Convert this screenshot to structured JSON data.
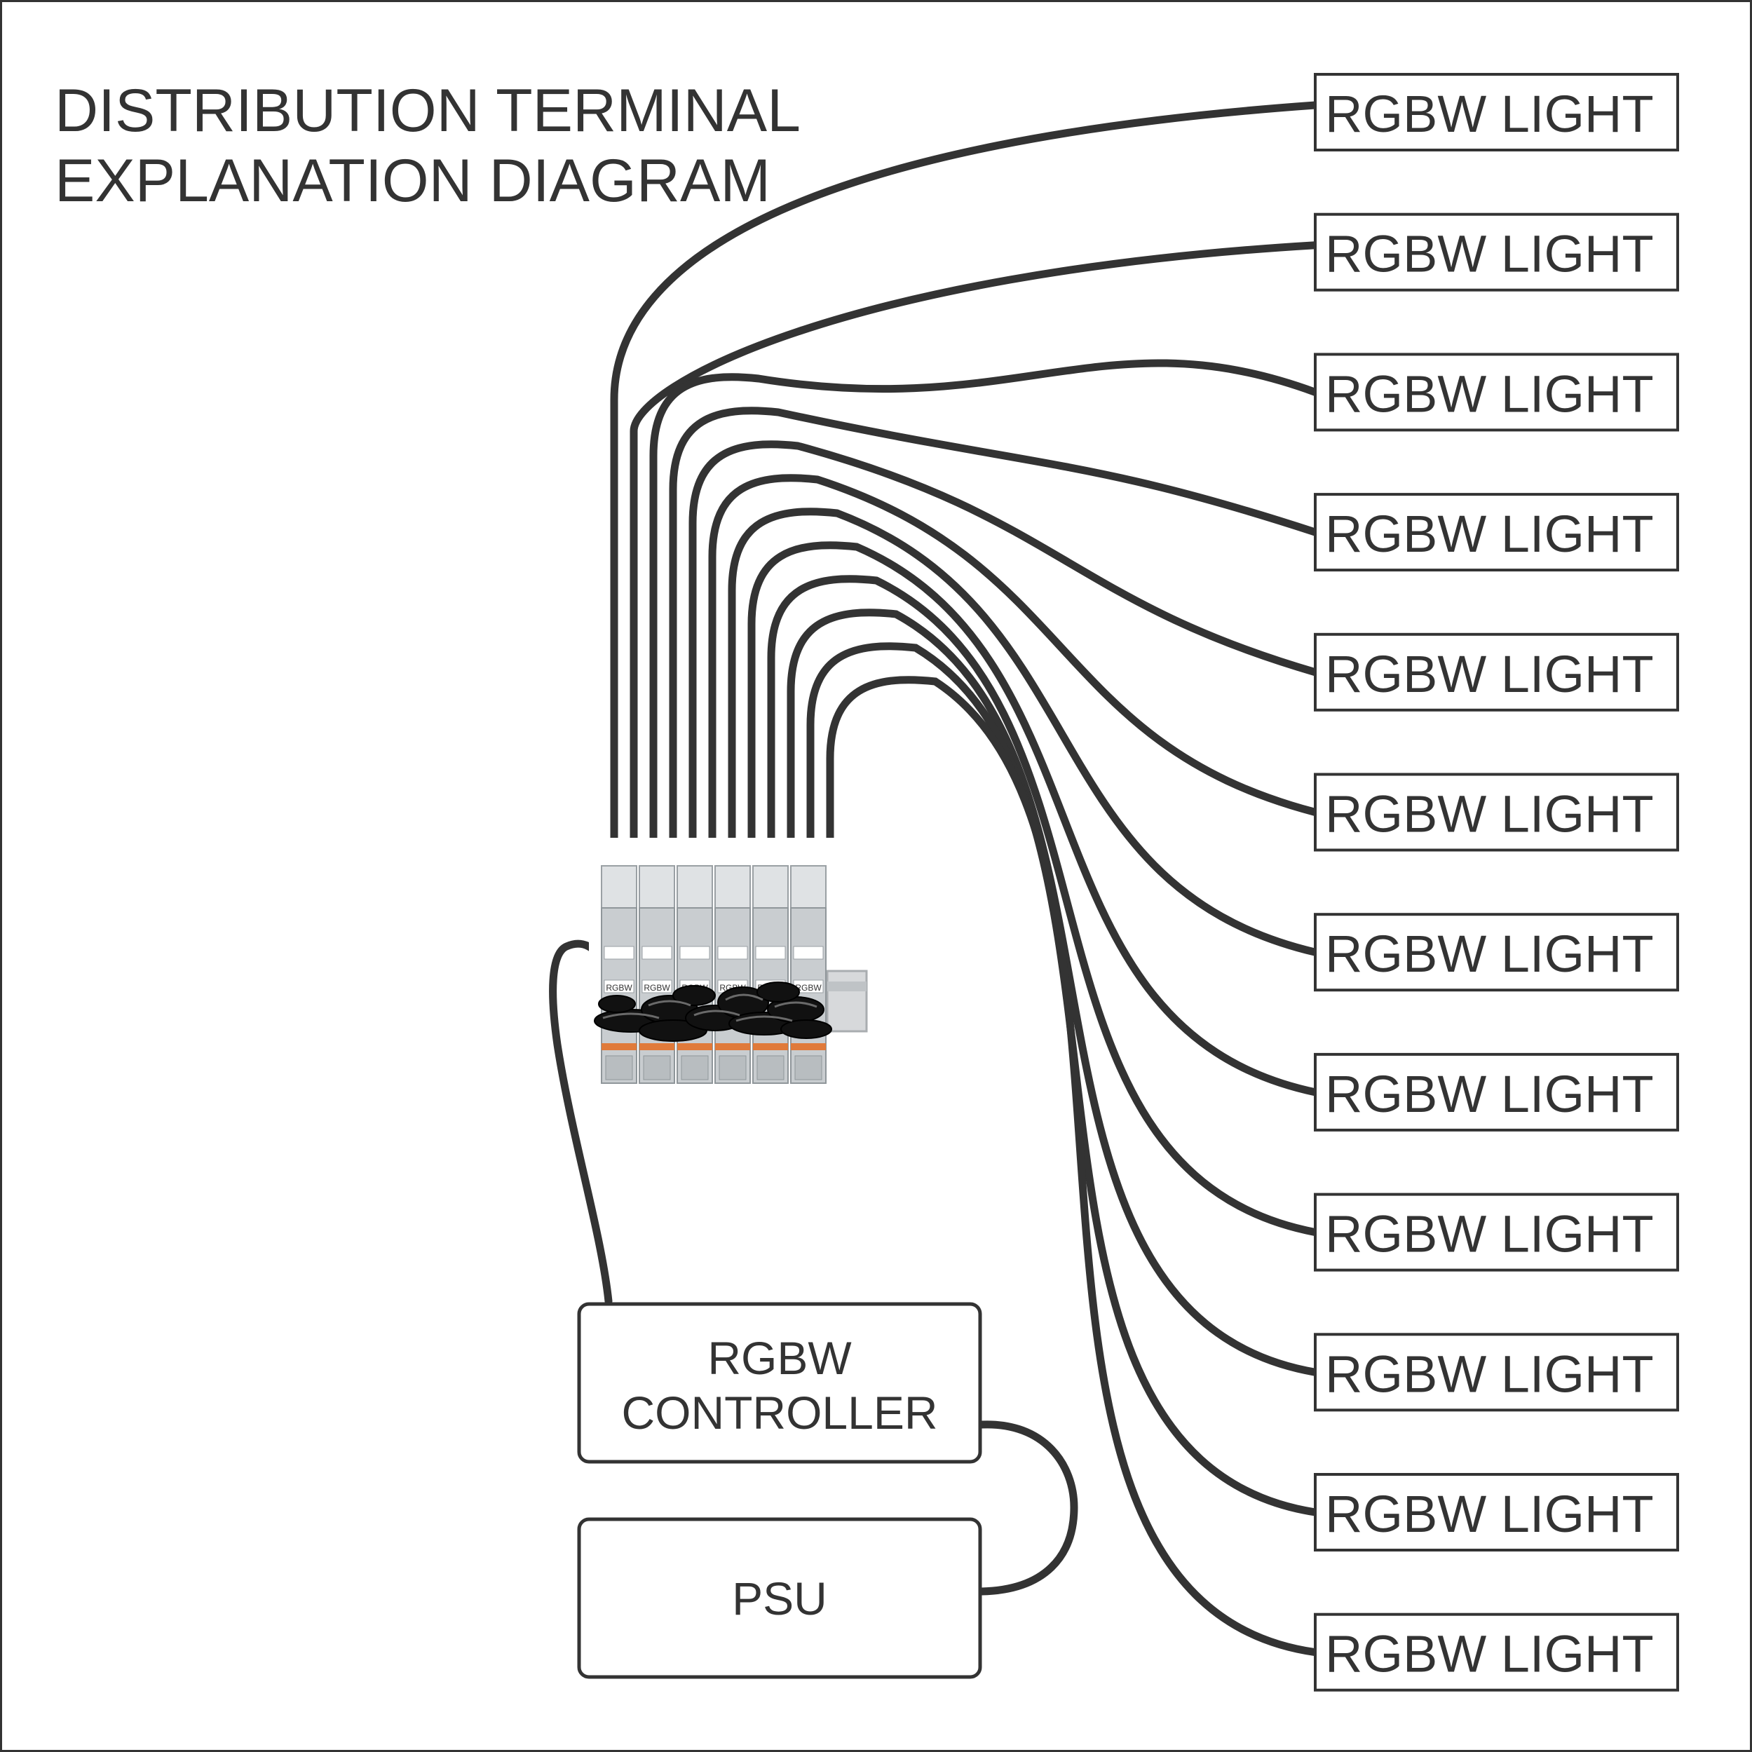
{
  "title": {
    "line1": "DISTRIBUTION TERMINAL",
    "line2": "EXPLANATION DIAGRAM"
  },
  "lights": [
    {
      "label": "RGBW LIGHT"
    },
    {
      "label": "RGBW LIGHT"
    },
    {
      "label": "RGBW LIGHT"
    },
    {
      "label": "RGBW LIGHT"
    },
    {
      "label": "RGBW LIGHT"
    },
    {
      "label": "RGBW LIGHT"
    },
    {
      "label": "RGBW LIGHT"
    },
    {
      "label": "RGBW LIGHT"
    },
    {
      "label": "RGBW LIGHT"
    },
    {
      "label": "RGBW LIGHT"
    },
    {
      "label": "RGBW LIGHT"
    },
    {
      "label": "RGBW LIGHT"
    }
  ],
  "controller": {
    "line1": "RGBW",
    "line2": "CONTROLLER"
  },
  "psu": {
    "label": "PSU"
  },
  "terminal_block": {
    "terminal_labels": [
      "RGBW",
      "RGBW",
      "RGBW",
      "RGBW",
      "RGBW",
      "RGBW"
    ]
  },
  "colors": {
    "line": "#333333",
    "terminal_gray": "#c9cdd0",
    "terminal_accent": "#e07a3a",
    "wire_black": "#111111"
  }
}
